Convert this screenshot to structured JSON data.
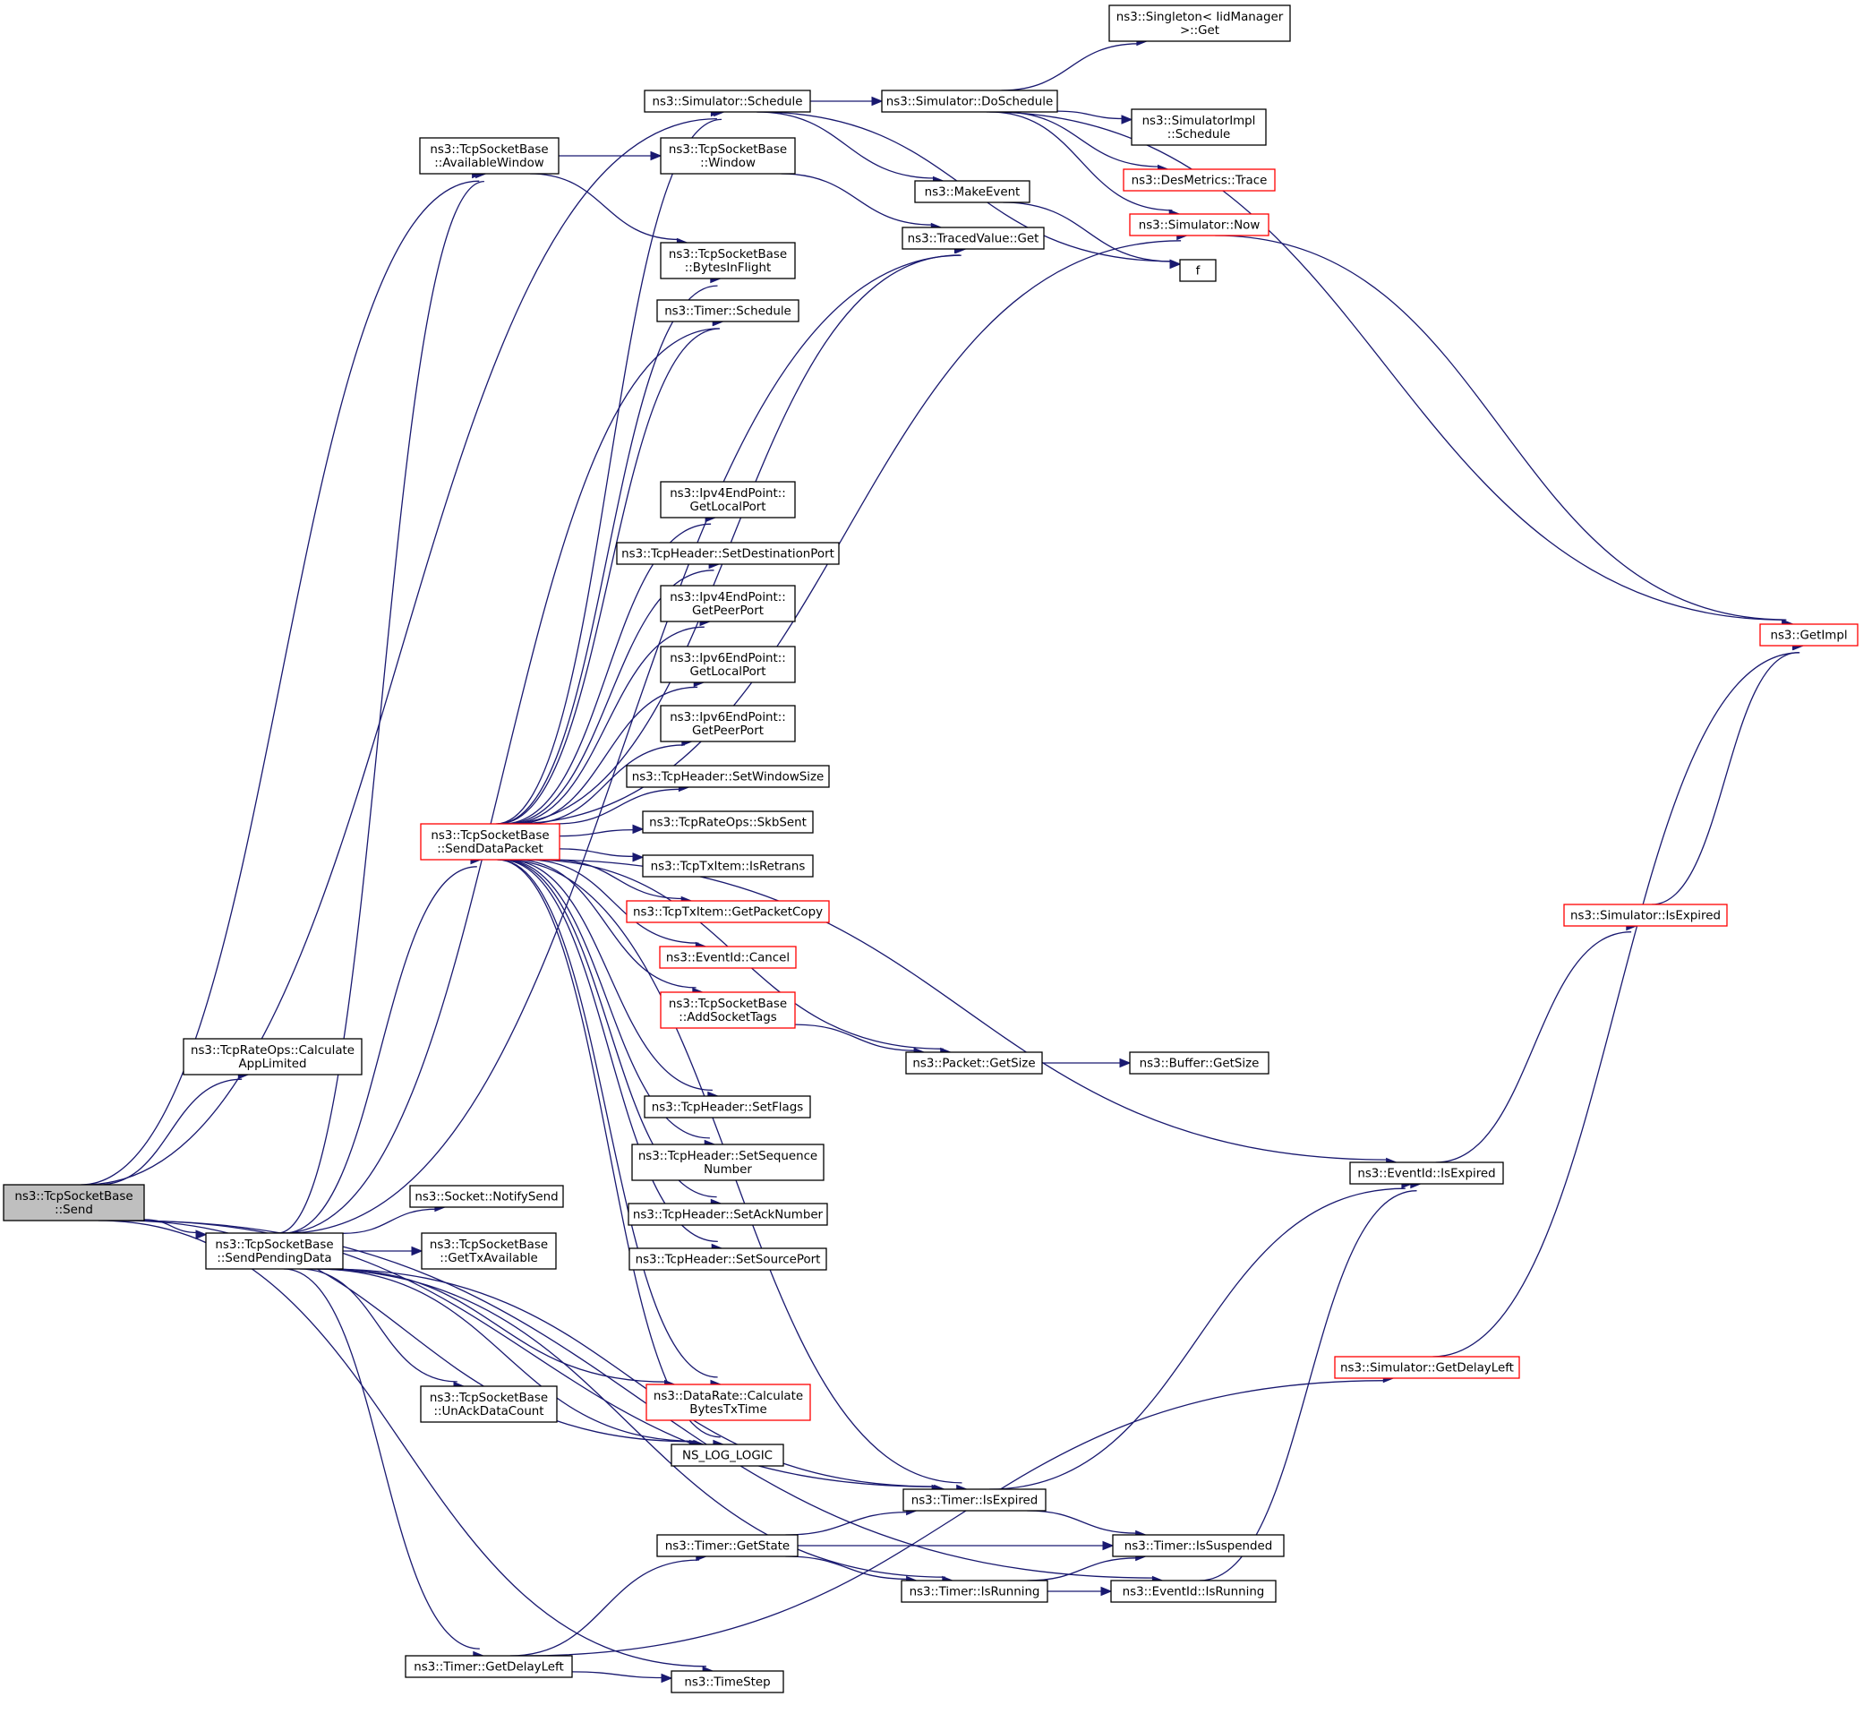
{
  "colors": {
    "edge": "#191970",
    "root_fill": "#bfbfbf",
    "highlight_border": "#ff0000",
    "normal_border": "#000000"
  },
  "nodes": {
    "send": {
      "lines": [
        "ns3::TcpSocketBase",
        "::Send"
      ],
      "style": "root"
    },
    "calcAppLimited": {
      "lines": [
        "ns3::TcpRateOps::Calculate",
        "AppLimited"
      ],
      "style": "normal"
    },
    "sendPendingData": {
      "lines": [
        "ns3::TcpSocketBase",
        "::SendPendingData"
      ],
      "style": "normal"
    },
    "availableWindow": {
      "lines": [
        "ns3::TcpSocketBase",
        "::AvailableWindow"
      ],
      "style": "normal"
    },
    "sendDataPacket": {
      "lines": [
        "ns3::TcpSocketBase",
        "::SendDataPacket"
      ],
      "style": "red"
    },
    "notifySend": {
      "lines": [
        "ns3::Socket::NotifySend"
      ],
      "style": "normal"
    },
    "getTxAvailable": {
      "lines": [
        "ns3::TcpSocketBase",
        "::GetTxAvailable"
      ],
      "style": "normal"
    },
    "unAckDataCount": {
      "lines": [
        "ns3::TcpSocketBase",
        "::UnAckDataCount"
      ],
      "style": "normal"
    },
    "timerGetDelayLeft": {
      "lines": [
        "ns3::Timer::GetDelayLeft"
      ],
      "style": "normal"
    },
    "simSchedule": {
      "lines": [
        "ns3::Simulator::Schedule"
      ],
      "style": "normal"
    },
    "window": {
      "lines": [
        "ns3::TcpSocketBase",
        "::Window"
      ],
      "style": "normal"
    },
    "bytesInFlight": {
      "lines": [
        "ns3::TcpSocketBase",
        "::BytesInFlight"
      ],
      "style": "normal"
    },
    "timerSchedule": {
      "lines": [
        "ns3::Timer::Schedule"
      ],
      "style": "normal"
    },
    "ipv4GetLocalPort": {
      "lines": [
        "ns3::Ipv4EndPoint::",
        "GetLocalPort"
      ],
      "style": "normal"
    },
    "setDestPort": {
      "lines": [
        "ns3::TcpHeader::SetDestinationPort"
      ],
      "style": "normal"
    },
    "ipv4GetPeerPort": {
      "lines": [
        "ns3::Ipv4EndPoint::",
        "GetPeerPort"
      ],
      "style": "normal"
    },
    "ipv6GetLocalPort": {
      "lines": [
        "ns3::Ipv6EndPoint::",
        "GetLocalPort"
      ],
      "style": "normal"
    },
    "ipv6GetPeerPort": {
      "lines": [
        "ns3::Ipv6EndPoint::",
        "GetPeerPort"
      ],
      "style": "normal"
    },
    "setWindowSize": {
      "lines": [
        "ns3::TcpHeader::SetWindowSize"
      ],
      "style": "normal"
    },
    "skbSent": {
      "lines": [
        "ns3::TcpRateOps::SkbSent"
      ],
      "style": "normal"
    },
    "isRetrans": {
      "lines": [
        "ns3::TcpTxItem::IsRetrans"
      ],
      "style": "normal"
    },
    "getPacketCopy": {
      "lines": [
        "ns3::TcpTxItem::GetPacketCopy"
      ],
      "style": "red"
    },
    "eventCancel": {
      "lines": [
        "ns3::EventId::Cancel"
      ],
      "style": "red"
    },
    "addSocketTags": {
      "lines": [
        "ns3::TcpSocketBase",
        "::AddSocketTags"
      ],
      "style": "red"
    },
    "setFlags": {
      "lines": [
        "ns3::TcpHeader::SetFlags"
      ],
      "style": "normal"
    },
    "setSeqNumber": {
      "lines": [
        "ns3::TcpHeader::SetSequence",
        "Number"
      ],
      "style": "normal"
    },
    "setAckNumber": {
      "lines": [
        "ns3::TcpHeader::SetAckNumber"
      ],
      "style": "normal"
    },
    "setSourcePort": {
      "lines": [
        "ns3::TcpHeader::SetSourcePort"
      ],
      "style": "normal"
    },
    "calcBytesTxTime": {
      "lines": [
        "ns3::DataRate::Calculate",
        "BytesTxTime"
      ],
      "style": "red"
    },
    "nsLogLogic": {
      "lines": [
        "NS_LOG_LOGIC"
      ],
      "style": "normal"
    },
    "timeStep": {
      "lines": [
        "ns3::TimeStep"
      ],
      "style": "normal"
    },
    "timerGetState": {
      "lines": [
        "ns3::Timer::GetState"
      ],
      "style": "normal"
    },
    "doSchedule": {
      "lines": [
        "ns3::Simulator::DoSchedule"
      ],
      "style": "normal"
    },
    "makeEvent": {
      "lines": [
        "ns3::MakeEvent"
      ],
      "style": "normal"
    },
    "tracedGet": {
      "lines": [
        "ns3::TracedValue::Get"
      ],
      "style": "normal"
    },
    "packetGetSize": {
      "lines": [
        "ns3::Packet::GetSize"
      ],
      "style": "normal"
    },
    "timerIsExpired": {
      "lines": [
        "ns3::Timer::IsExpired"
      ],
      "style": "normal"
    },
    "timerIsRunning": {
      "lines": [
        "ns3::Timer::IsRunning"
      ],
      "style": "normal"
    },
    "singletonGet": {
      "lines": [
        "ns3::Singleton< IidManager",
        " >::Get"
      ],
      "style": "normal"
    },
    "simImplSchedule": {
      "lines": [
        "ns3::SimulatorImpl",
        "::Schedule"
      ],
      "style": "normal"
    },
    "desMetricsTrace": {
      "lines": [
        "ns3::DesMetrics::Trace"
      ],
      "style": "red"
    },
    "simNow": {
      "lines": [
        "ns3::Simulator::Now"
      ],
      "style": "red"
    },
    "f": {
      "lines": [
        "f"
      ],
      "style": "normal"
    },
    "bufferGetSize": {
      "lines": [
        "ns3::Buffer::GetSize"
      ],
      "style": "normal"
    },
    "timerIsSuspended": {
      "lines": [
        "ns3::Timer::IsSuspended"
      ],
      "style": "normal"
    },
    "eventIsRunning": {
      "lines": [
        "ns3::EventId::IsRunning"
      ],
      "style": "normal"
    },
    "eventIsExpired": {
      "lines": [
        "ns3::EventId::IsExpired"
      ],
      "style": "normal"
    },
    "simGetDelayLeft": {
      "lines": [
        "ns3::Simulator::GetDelayLeft"
      ],
      "style": "red"
    },
    "simIsExpired": {
      "lines": [
        "ns3::Simulator::IsExpired"
      ],
      "style": "red"
    },
    "getImpl": {
      "lines": [
        "ns3::GetImpl"
      ],
      "style": "red"
    }
  },
  "edges": [
    [
      "send",
      "calcAppLimited"
    ],
    [
      "send",
      "sendPendingData"
    ],
    [
      "send",
      "availableWindow"
    ],
    [
      "send",
      "simSchedule"
    ],
    [
      "send",
      "nsLogLogic"
    ],
    [
      "send",
      "timeStep"
    ],
    [
      "send",
      "timerIsExpired"
    ],
    [
      "send",
      "eventIsRunning"
    ],
    [
      "sendPendingData",
      "availableWindow"
    ],
    [
      "sendPendingData",
      "sendDataPacket"
    ],
    [
      "sendPendingData",
      "notifySend"
    ],
    [
      "sendPendingData",
      "getTxAvailable"
    ],
    [
      "sendPendingData",
      "unAckDataCount"
    ],
    [
      "sendPendingData",
      "timerGetDelayLeft"
    ],
    [
      "sendPendingData",
      "calcBytesTxTime"
    ],
    [
      "sendPendingData",
      "nsLogLogic"
    ],
    [
      "sendPendingData",
      "timerIsExpired"
    ],
    [
      "sendPendingData",
      "timerIsRunning"
    ],
    [
      "sendPendingData",
      "tracedGet"
    ],
    [
      "sendPendingData",
      "timerSchedule"
    ],
    [
      "availableWindow",
      "window"
    ],
    [
      "availableWindow",
      "bytesInFlight"
    ],
    [
      "window",
      "tracedGet"
    ],
    [
      "sendDataPacket",
      "simSchedule"
    ],
    [
      "sendDataPacket",
      "bytesInFlight"
    ],
    [
      "sendDataPacket",
      "timerSchedule"
    ],
    [
      "sendDataPacket",
      "tracedGet"
    ],
    [
      "sendDataPacket",
      "simNow"
    ],
    [
      "sendDataPacket",
      "eventIsExpired"
    ],
    [
      "sendDataPacket",
      "ipv4GetLocalPort"
    ],
    [
      "sendDataPacket",
      "setDestPort"
    ],
    [
      "sendDataPacket",
      "ipv4GetPeerPort"
    ],
    [
      "sendDataPacket",
      "ipv6GetLocalPort"
    ],
    [
      "sendDataPacket",
      "ipv6GetPeerPort"
    ],
    [
      "sendDataPacket",
      "setWindowSize"
    ],
    [
      "sendDataPacket",
      "skbSent"
    ],
    [
      "sendDataPacket",
      "isRetrans"
    ],
    [
      "sendDataPacket",
      "getPacketCopy"
    ],
    [
      "sendDataPacket",
      "eventCancel"
    ],
    [
      "sendDataPacket",
      "addSocketTags"
    ],
    [
      "sendDataPacket",
      "packetGetSize"
    ],
    [
      "sendDataPacket",
      "setFlags"
    ],
    [
      "sendDataPacket",
      "setSeqNumber"
    ],
    [
      "sendDataPacket",
      "setAckNumber"
    ],
    [
      "sendDataPacket",
      "setSourcePort"
    ],
    [
      "sendDataPacket",
      "calcBytesTxTime"
    ],
    [
      "sendDataPacket",
      "nsLogLogic"
    ],
    [
      "sendDataPacket",
      "timerIsExpired"
    ],
    [
      "simSchedule",
      "doSchedule"
    ],
    [
      "simSchedule",
      "makeEvent"
    ],
    [
      "simSchedule",
      "f"
    ],
    [
      "doSchedule",
      "singletonGet"
    ],
    [
      "doSchedule",
      "simImplSchedule"
    ],
    [
      "doSchedule",
      "desMetricsTrace"
    ],
    [
      "doSchedule",
      "simNow"
    ],
    [
      "doSchedule",
      "getImpl"
    ],
    [
      "makeEvent",
      "f"
    ],
    [
      "simNow",
      "getImpl"
    ],
    [
      "addSocketTags",
      "packetGetSize"
    ],
    [
      "packetGetSize",
      "bufferGetSize"
    ],
    [
      "timerGetDelayLeft",
      "timerGetState"
    ],
    [
      "timerGetDelayLeft",
      "simGetDelayLeft"
    ],
    [
      "timerGetDelayLeft",
      "timeStep"
    ],
    [
      "timerGetState",
      "timerIsExpired"
    ],
    [
      "timerGetState",
      "timerIsSuspended"
    ],
    [
      "timerGetState",
      "timerIsRunning"
    ],
    [
      "timerIsExpired",
      "eventIsExpired"
    ],
    [
      "timerIsExpired",
      "timerIsSuspended"
    ],
    [
      "timerIsRunning",
      "timerIsSuspended"
    ],
    [
      "timerIsRunning",
      "eventIsRunning"
    ],
    [
      "eventIsRunning",
      "eventIsExpired"
    ],
    [
      "eventIsExpired",
      "simIsExpired"
    ],
    [
      "simIsExpired",
      "getImpl"
    ],
    [
      "simGetDelayLeft",
      "getImpl"
    ]
  ]
}
